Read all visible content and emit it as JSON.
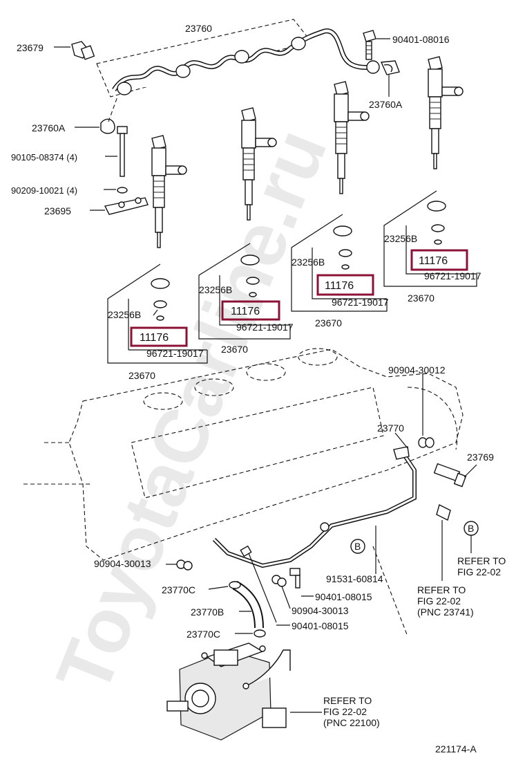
{
  "watermark": "ToyotaCarline.ru",
  "figure_code": "221174-A",
  "highlight_color": "#8b1235",
  "labels": {
    "p23760": "23760",
    "p23679": "23679",
    "p90401a": "90401-08016",
    "p23760A_right": "23760A",
    "p23760A_left": "23760A",
    "p90105": "90105-08374 (4)",
    "p90209": "90209-10021 (4)",
    "p23695": "23695",
    "c1_23256B": "23256B",
    "c1_11176": "11176",
    "c1_96721": "96721-19017",
    "c1_23670": "23670",
    "c2_23256B": "23256B",
    "c2_11176": "11176",
    "c2_96721": "96721-19017",
    "c2_23670": "23670",
    "c3_23256B": "23256B",
    "c3_11176": "11176",
    "c3_96721": "96721-19017",
    "c3_23670": "23670",
    "c4_23256B": "23256B",
    "c4_11176": "11176",
    "c4_96721": "96721-19017",
    "c4_23670": "23670",
    "p90904_30012": "90904-30012",
    "p23770": "23770",
    "p23769": "23769",
    "p90904_30013a": "90904-30013",
    "p23770C_a": "23770C",
    "p23770B": "23770B",
    "p23770C_b": "23770C",
    "p91531": "91531-60814",
    "p90401_b": "90401-08015",
    "p90904_30013b": "90904-30013",
    "p90401_c": "90401-08015",
    "ref_b_circle_1": "B",
    "ref_b_circle_2": "B",
    "refer_b_l1": "REFER TO",
    "refer_b_l2": "FIG 22-02",
    "refer_pnc_l1": "REFER TO",
    "refer_pnc_l2": "FIG 22-02",
    "refer_pnc_l3": "(PNC 23741)",
    "refer_pump_l1": "REFER TO",
    "refer_pump_l2": "FIG 22-02",
    "refer_pump_l3": "(PNC 22100)"
  }
}
